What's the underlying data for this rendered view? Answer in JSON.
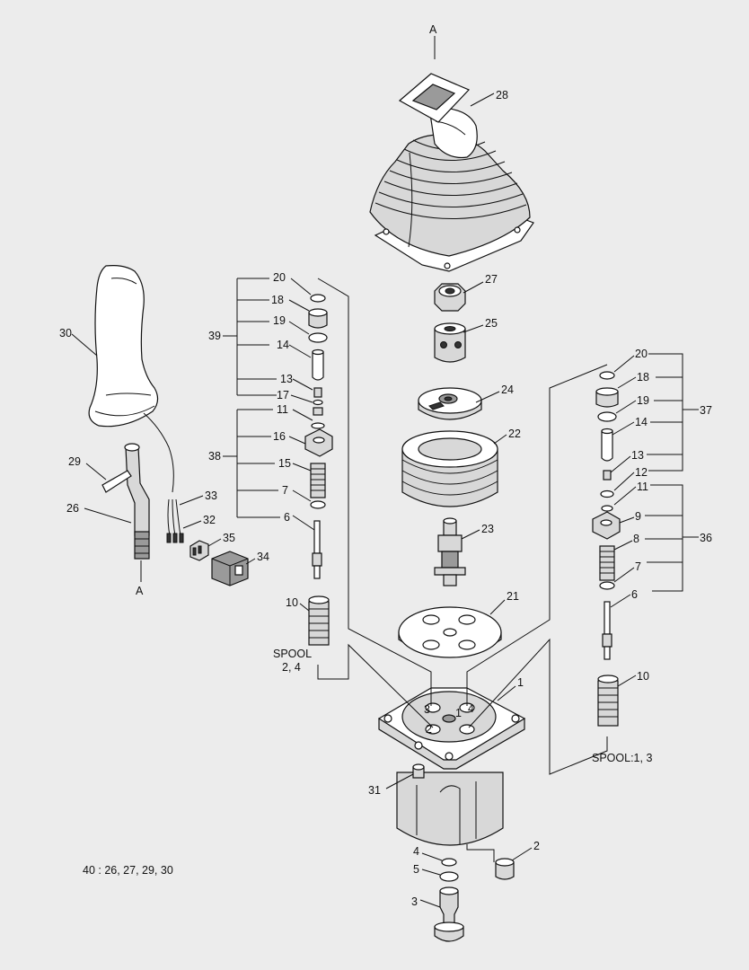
{
  "labels": {
    "A_top": "A",
    "A_bottom": "A",
    "p1": "1",
    "p2": "2",
    "p3": "3",
    "p4": "4",
    "p5": "5",
    "p6a": "6",
    "p6b": "6",
    "p7a": "7",
    "p7b": "7",
    "p8": "8",
    "p9": "9",
    "p10a": "10",
    "p10b": "10",
    "p11a": "11",
    "p11b": "11",
    "p12": "12",
    "p13a": "13",
    "p13b": "13",
    "p14a": "14",
    "p14b": "14",
    "p15": "15",
    "p16": "16",
    "p17": "17",
    "p18a": "18",
    "p18b": "18",
    "p19a": "19",
    "p19b": "19",
    "p20a": "20",
    "p20b": "20",
    "p21": "21",
    "p22": "22",
    "p23": "23",
    "p24": "24",
    "p25": "25",
    "p26": "26",
    "p27": "27",
    "p28": "28",
    "p29": "29",
    "p30": "30",
    "p31": "31",
    "p32": "32",
    "p33": "33",
    "p34": "34",
    "p35": "35",
    "p36": "36",
    "p37": "37",
    "p38": "38",
    "p39": "39",
    "spool_left_1": "SPOOL",
    "spool_left_2": "2, 4",
    "spool_right": "SPOOL:1, 3",
    "port1": "1",
    "port2": "2",
    "port3": "3",
    "port4": "4",
    "kit_note": "40 : 26, 27, 29, 30"
  }
}
